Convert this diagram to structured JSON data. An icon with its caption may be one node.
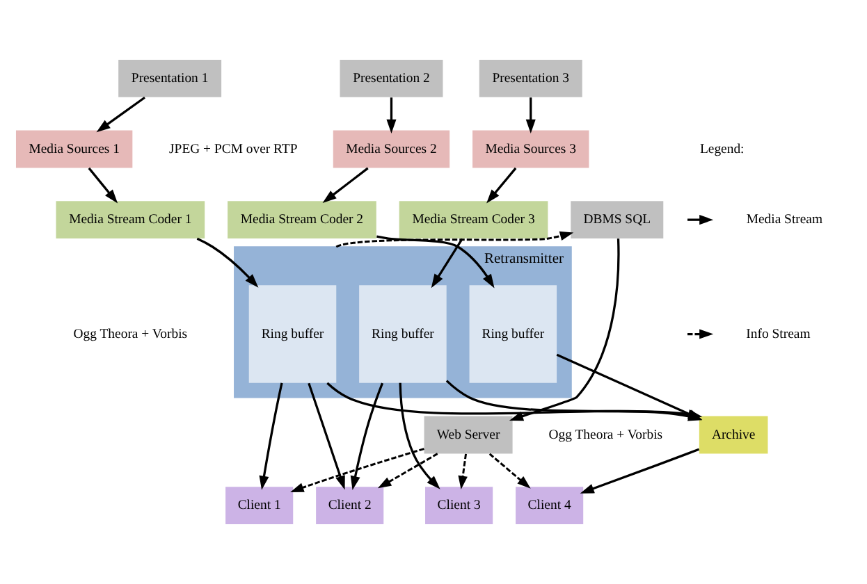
{
  "diagram": {
    "nodes": [
      {
        "text": [
          "Presentation 1"
        ]
      },
      {
        "text": [
          "Presentation 2"
        ]
      },
      {
        "text": [
          "Presentation 3"
        ]
      },
      {
        "text": [
          "Media Sources 1"
        ]
      },
      {
        "text": [
          "Media Sources 2"
        ]
      },
      {
        "text": [
          "Media Sources 3"
        ]
      },
      {
        "text": [
          "Media Stream Coder 1"
        ]
      },
      {
        "text": [
          "Media Stream Coder 2"
        ]
      },
      {
        "text": [
          "Media Stream Coder 3"
        ]
      },
      {
        "text": [
          "Retransmitter"
        ]
      },
      {
        "text": [
          "Ring buffer"
        ],
        "in": 9
      },
      {
        "text": [
          "Ring buffer"
        ],
        "in": 9
      },
      {
        "text": [
          "Ring buffer"
        ],
        "in": 9
      },
      {
        "text": [
          "DBMS SQL"
        ]
      },
      {
        "text": [
          "Web Server"
        ]
      },
      {
        "text": [
          "Archive"
        ]
      },
      {
        "text": [
          "Client 1"
        ]
      },
      {
        "text": [
          "Client 2"
        ]
      },
      {
        "text": [
          "Client 3"
        ]
      },
      {
        "text": [
          "Client 4"
        ]
      }
    ],
    "edges": [
      {
        "from": 0,
        "to": 3,
        "arrow": "to"
      },
      {
        "from": 1,
        "to": 4,
        "arrow": "to"
      },
      {
        "from": 2,
        "to": 5,
        "arrow": "to"
      },
      {
        "from": 3,
        "to": 6,
        "arrow": "to"
      },
      {
        "from": 4,
        "to": 7,
        "arrow": "to"
      },
      {
        "from": 5,
        "to": 8,
        "arrow": "to"
      },
      {
        "from": 6,
        "to": 10,
        "arrow": "to"
      },
      {
        "from": 7,
        "to": 11,
        "arrow": "to"
      },
      {
        "from": 8,
        "to": 12,
        "arrow": "to"
      },
      {
        "from": 10,
        "to": 15,
        "arrow": "to"
      },
      {
        "from": 11,
        "to": 15,
        "arrow": "to"
      },
      {
        "from": 12,
        "to": 15,
        "arrow": "to"
      },
      {
        "from": 9,
        "to": 13,
        "arrow": "to",
        "style": "dashed"
      },
      {
        "from": 13,
        "to": 14,
        "arrow": "to"
      },
      {
        "from": 14,
        "to": 16,
        "arrow": "to",
        "style": "dashed"
      },
      {
        "from": 14,
        "to": 17,
        "arrow": "to",
        "style": "dashed"
      },
      {
        "from": 14,
        "to": 18,
        "arrow": "to",
        "style": "dashed"
      },
      {
        "from": 14,
        "to": 19,
        "arrow": "to",
        "style": "dashed"
      },
      {
        "from": 10,
        "to": 16,
        "arrow": "to"
      },
      {
        "from": 10,
        "to": 17,
        "arrow": "to"
      },
      {
        "from": 12,
        "to": 17,
        "arrow": "to"
      },
      {
        "from": 12,
        "to": 18,
        "arrow": "to"
      },
      {
        "from": 15,
        "to": 19,
        "arrow": "to"
      }
    ],
    "labels": [
      "JPEG + PCM over RTP",
      "Ogg Theora + Vorbis",
      "Ogg Theora + Vorbis",
      "Legend:"
    ],
    "legend": [
      {
        "text": "Media Stream"
      },
      {
        "text": "Info Stream"
      }
    ]
  }
}
